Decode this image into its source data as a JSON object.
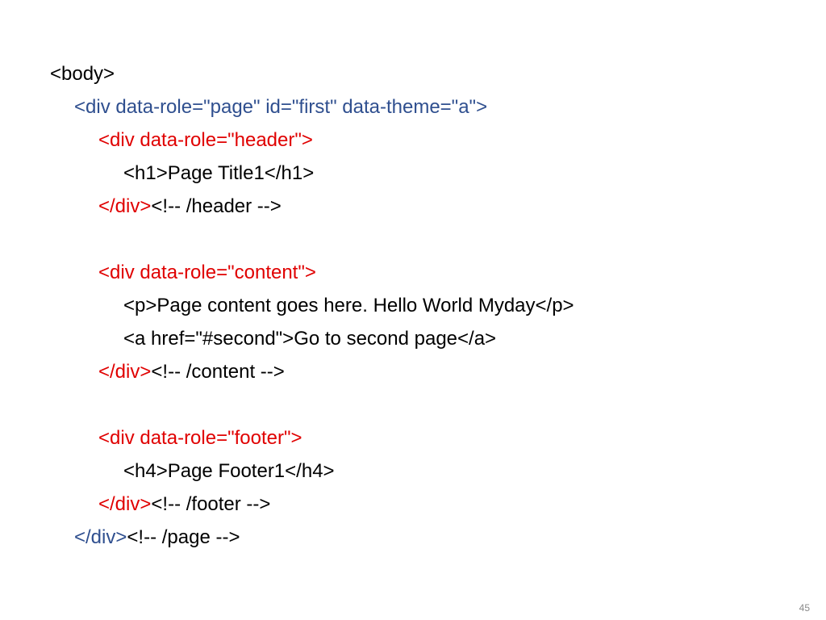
{
  "slide": {
    "page_number": "45",
    "colors": {
      "default": "#000000",
      "page_div": "#2f4f8f",
      "section_div": "#e00000",
      "page_number": "#8a8a8a",
      "background": "#ffffff"
    },
    "lines": [
      {
        "indent": 0,
        "segments": [
          {
            "text": "<body>",
            "color": "black"
          }
        ]
      },
      {
        "indent": 1,
        "segments": [
          {
            "text": "<div data-role=\"page\" id=\"first\" data-theme=\"a\">",
            "color": "blue"
          }
        ]
      },
      {
        "indent": 2,
        "segments": [
          {
            "text": "<div data-role=\"header\">",
            "color": "red"
          }
        ]
      },
      {
        "indent": 3,
        "segments": [
          {
            "text": "<h1>Page Title1</h1>",
            "color": "black"
          }
        ]
      },
      {
        "indent": 2,
        "segments": [
          {
            "text": "</div>",
            "color": "red"
          },
          {
            "text": "<!-- /header -->",
            "color": "black"
          }
        ]
      },
      {
        "blank": true
      },
      {
        "indent": 2,
        "segments": [
          {
            "text": "<div data-role=\"content\">",
            "color": "red"
          }
        ]
      },
      {
        "indent": 3,
        "segments": [
          {
            "text": "<p>Page content goes here. Hello World Myday</p>",
            "color": "black"
          }
        ]
      },
      {
        "indent": 3,
        "segments": [
          {
            "text": "<a href=\"#second\">Go to second page</a>",
            "color": "black"
          }
        ]
      },
      {
        "indent": 2,
        "segments": [
          {
            "text": "</div>",
            "color": "red"
          },
          {
            "text": "<!-- /content -->",
            "color": "black"
          }
        ]
      },
      {
        "blank": true
      },
      {
        "indent": 2,
        "segments": [
          {
            "text": "<div data-role=\"footer\">",
            "color": "red"
          }
        ]
      },
      {
        "indent": 3,
        "segments": [
          {
            "text": "<h4>Page Footer1</h4>",
            "color": "black"
          }
        ]
      },
      {
        "indent": 2,
        "segments": [
          {
            "text": "</div>",
            "color": "red"
          },
          {
            "text": "<!-- /footer -->",
            "color": "black"
          }
        ]
      },
      {
        "indent": 1,
        "segments": [
          {
            "text": "</div>",
            "color": "blue"
          },
          {
            "text": "<!-- /page -->",
            "color": "black"
          }
        ]
      }
    ]
  }
}
